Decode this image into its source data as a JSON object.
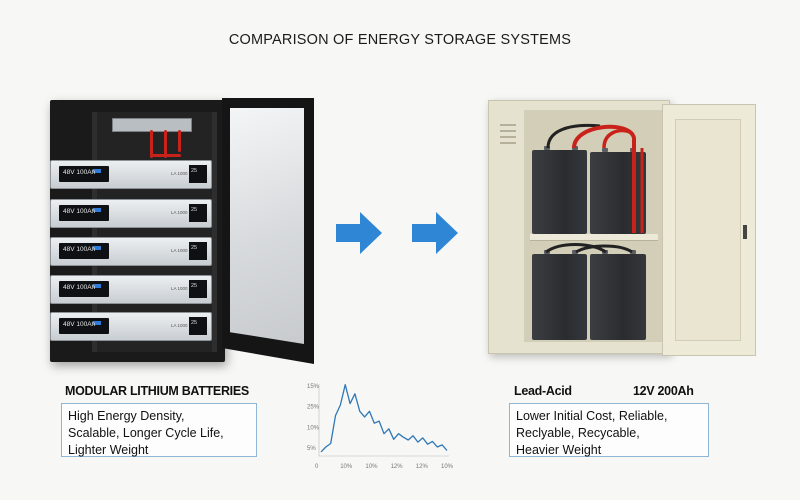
{
  "title": "COMPARISON OF ENERGY STORAGE SYSTEMS",
  "lithium": {
    "heading": "MODULAR LITHIUM BATTERIES",
    "module_label": "48V 100Ah",
    "module_rs": "25",
    "module_code": "LA 1000",
    "features": [
      "High Energy Density,",
      "Scalable, Longer Cycle Life,",
      "Lighter Weight"
    ]
  },
  "lead_acid": {
    "heading": "Lead-Acid",
    "spec": "12V 200Ah",
    "features": [
      "Lower Initial Cost, Reliable,",
      "Reclyable, Recycable,",
      "Heavier Weight"
    ]
  },
  "colors": {
    "arrow": "#2e86d4",
    "chart_line": "#2f78b7",
    "box_border": "#8fb6d4"
  },
  "chart_data": {
    "type": "line",
    "y_tick_labels": [
      "15%",
      "25%",
      "10%",
      "5%"
    ],
    "x_tick_labels": [
      "0",
      "10%",
      "10%",
      "12%",
      "12%",
      "10%"
    ],
    "series": [
      {
        "values": [
          0.3,
          1.0,
          1.5,
          5.5,
          7.0,
          9.9,
          7.2,
          8.6,
          6.1,
          5.3,
          6.1,
          4.4,
          4.7,
          2.9,
          3.6,
          2.1,
          2.9,
          2.4,
          2.0,
          2.6,
          1.7,
          2.3,
          1.4,
          1.8,
          1.0,
          1.3,
          0.5
        ]
      }
    ],
    "ylim": [
      0,
      10
    ],
    "grid": false
  }
}
